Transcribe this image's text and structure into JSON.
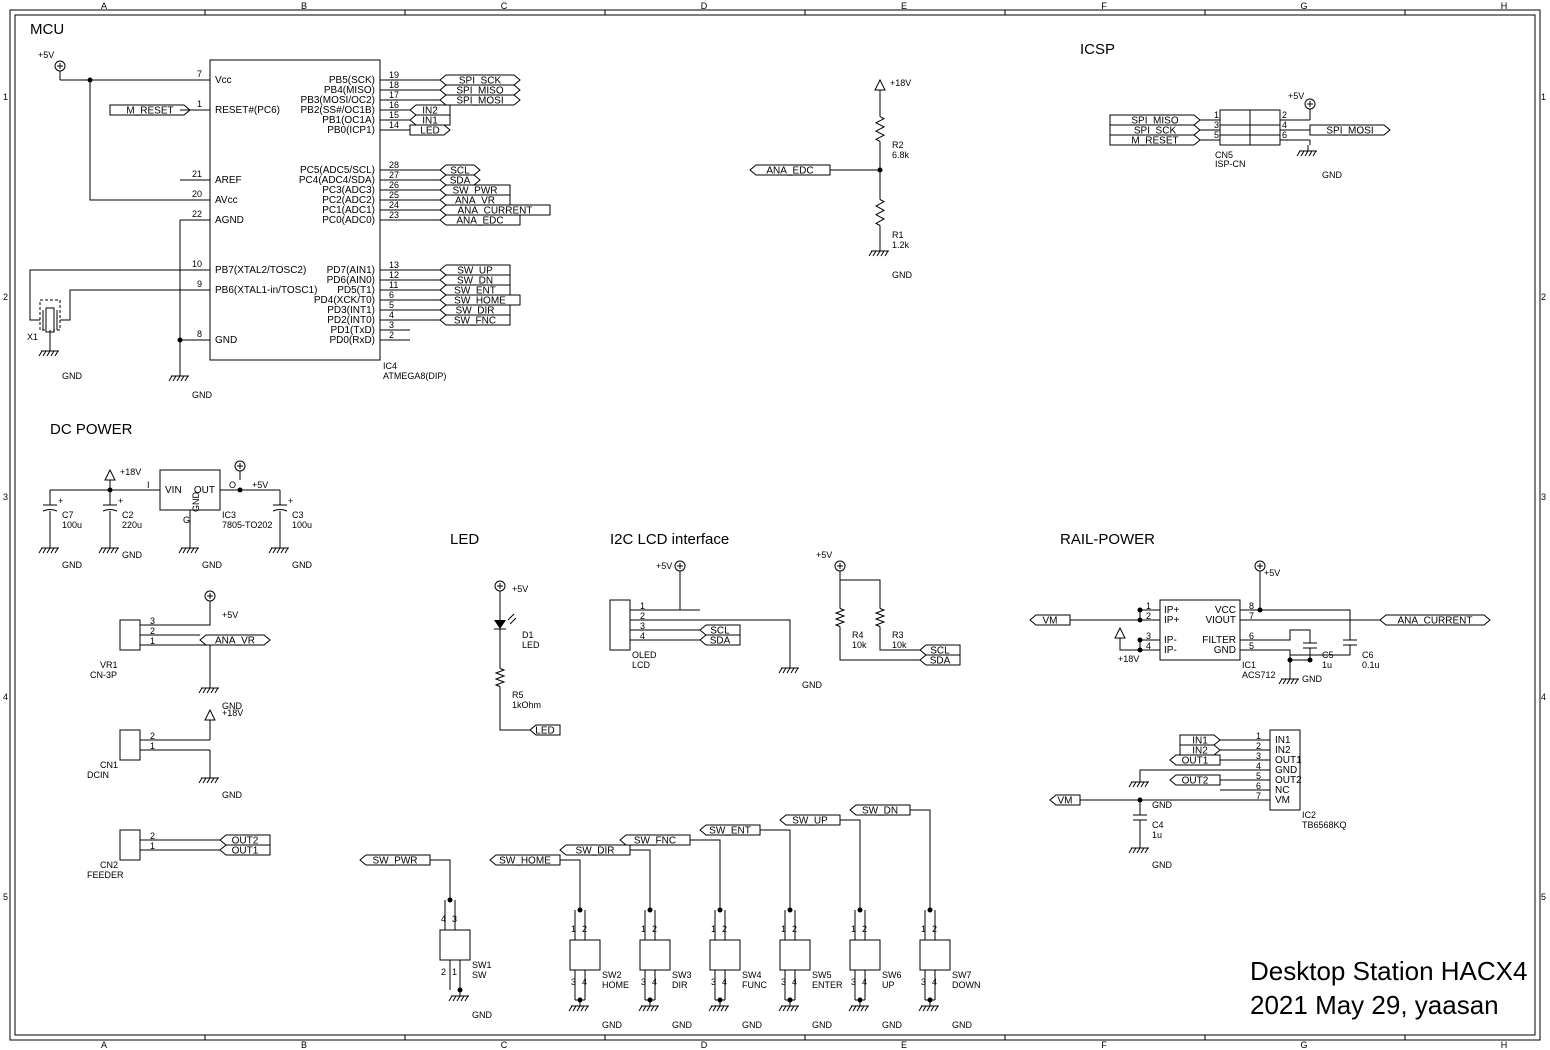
{
  "border": {
    "cols": [
      "A",
      "B",
      "C",
      "D",
      "E",
      "F",
      "G",
      "H"
    ],
    "rows": [
      "1",
      "2",
      "3",
      "4",
      "5"
    ]
  },
  "titleblock": {
    "line1": "Desktop Station HACX4",
    "line2": "2021 May 29, yaasan"
  },
  "sections": {
    "mcu": "MCU",
    "icsp": "ICSP",
    "dc_power": "DC POWER",
    "led": "LED",
    "i2c_lcd": "I2C LCD interface",
    "rail_power": "RAIL-POWER"
  },
  "nets": {
    "p5v": "+5V",
    "p18v": "+18V",
    "gnd": "GND",
    "m_reset": "M_RESET",
    "spi_sck": "SPI_SCK",
    "spi_miso": "SPI_MISO",
    "spi_mosi": "SPI_MOSI",
    "in1": "IN1",
    "in2": "IN2",
    "led": "LED",
    "scl": "SCL",
    "sda": "SDA",
    "sw_pwr": "SW_PWR",
    "ana_vr": "ANA_VR",
    "ana_current": "ANA_CURRENT",
    "ana_edc": "ANA_EDC",
    "sw_up": "SW_UP",
    "sw_dn": "SW_DN",
    "sw_ent": "SW_ENT",
    "sw_home": "SW_HOME",
    "sw_dir": "SW_DIR",
    "sw_fnc": "SW_FNC",
    "out1": "OUT1",
    "out2": "OUT2",
    "vm": "VM"
  },
  "ic4": {
    "ref": "IC4",
    "value": "ATMEGA8(DIP)",
    "left_pins": [
      {
        "num": "7",
        "name": "Vcc"
      },
      {
        "num": "1",
        "name": "RESET#(PC6)"
      },
      {
        "num": "21",
        "name": "AREF"
      },
      {
        "num": "20",
        "name": "AVcc"
      },
      {
        "num": "22",
        "name": "AGND"
      },
      {
        "num": "10",
        "name": "PB7(XTAL2/TOSC2)"
      },
      {
        "num": "9",
        "name": "PB6(XTAL1-in/TOSC1)"
      },
      {
        "num": "8",
        "name": "GND"
      }
    ],
    "right_pins": [
      {
        "num": "19",
        "name": "PB5(SCK)"
      },
      {
        "num": "18",
        "name": "PB4(MISO)"
      },
      {
        "num": "17",
        "name": "PB3(MOSI/OC2)"
      },
      {
        "num": "16",
        "name": "PB2(SS#/OC1B)"
      },
      {
        "num": "15",
        "name": "PB1(OC1A)"
      },
      {
        "num": "14",
        "name": "PB0(ICP1)"
      },
      {
        "num": "28",
        "name": "PC5(ADC5/SCL)"
      },
      {
        "num": "27",
        "name": "PC4(ADC4/SDA)"
      },
      {
        "num": "26",
        "name": "PC3(ADC3)"
      },
      {
        "num": "25",
        "name": "PC2(ADC2)"
      },
      {
        "num": "24",
        "name": "PC1(ADC1)"
      },
      {
        "num": "23",
        "name": "PC0(ADC0)"
      },
      {
        "num": "13",
        "name": "PD7(AIN1)"
      },
      {
        "num": "12",
        "name": "PD6(AIN0)"
      },
      {
        "num": "11",
        "name": "PD5(T1)"
      },
      {
        "num": "6",
        "name": "PD4(XCK/T0)"
      },
      {
        "num": "5",
        "name": "PD3(INT1)"
      },
      {
        "num": "4",
        "name": "PD2(INT0)"
      },
      {
        "num": "3",
        "name": "PD1(TxD)"
      },
      {
        "num": "2",
        "name": "PD0(RxD)"
      }
    ]
  },
  "x1": {
    "ref": "X1"
  },
  "cn5": {
    "ref": "CN5",
    "value": "ISP-CN",
    "pins_l": [
      "1",
      "3",
      "5"
    ],
    "pins_r": [
      "2",
      "4",
      "6"
    ]
  },
  "r2": {
    "ref": "R2",
    "value": "6.8k"
  },
  "r1": {
    "ref": "R1",
    "value": "1.2k"
  },
  "ic3": {
    "ref": "IC3",
    "value": "7805-TO202",
    "vin": "VIN",
    "out": "OUT",
    "gnd": "GND",
    "i": "I",
    "o": "O",
    "g": "G"
  },
  "c7": {
    "ref": "C7",
    "value": "100u"
  },
  "c2": {
    "ref": "C2",
    "value": "220u"
  },
  "c3": {
    "ref": "C3",
    "value": "100u"
  },
  "vr1": {
    "ref": "VR1",
    "value": "CN-3P",
    "pins": [
      "3",
      "2",
      "1"
    ]
  },
  "cn1": {
    "ref": "CN1",
    "value": "DCIN",
    "pins": [
      "2",
      "1"
    ]
  },
  "cn2": {
    "ref": "CN2",
    "value": "FEEDER",
    "pins": [
      "2",
      "1"
    ]
  },
  "d1": {
    "ref": "D1",
    "value": "LED"
  },
  "r5": {
    "ref": "R5",
    "value": "1kOhm"
  },
  "lcd": {
    "ref": "OLED",
    "value": "LCD",
    "pins": [
      "1",
      "2",
      "3",
      "4"
    ]
  },
  "r4": {
    "ref": "R4",
    "value": "10k"
  },
  "r3": {
    "ref": "R3",
    "value": "10k"
  },
  "ic1": {
    "ref": "IC1",
    "value": "ACS712",
    "left_pins": [
      {
        "num": "1",
        "name": "IP+"
      },
      {
        "num": "2",
        "name": "IP+"
      },
      {
        "num": "3",
        "name": "IP-"
      },
      {
        "num": "4",
        "name": "IP-"
      }
    ],
    "right_pins": [
      {
        "num": "8",
        "name": "VCC"
      },
      {
        "num": "7",
        "name": "VIOUT"
      },
      {
        "num": "6",
        "name": "FILTER"
      },
      {
        "num": "5",
        "name": "GND"
      }
    ]
  },
  "c5": {
    "ref": "C5",
    "value": "1u"
  },
  "c6": {
    "ref": "C6",
    "value": "0.1u"
  },
  "c4": {
    "ref": "C4",
    "value": "1u"
  },
  "ic2": {
    "ref": "IC2",
    "value": "TB6568KQ",
    "pins": [
      {
        "num": "1",
        "name": "IN1"
      },
      {
        "num": "2",
        "name": "IN2"
      },
      {
        "num": "3",
        "name": "OUT1"
      },
      {
        "num": "4",
        "name": "GND"
      },
      {
        "num": "5",
        "name": "OUT2"
      },
      {
        "num": "6",
        "name": "NC"
      },
      {
        "num": "7",
        "name": "VM"
      }
    ]
  },
  "sw1": {
    "ref": "SW1",
    "value": "SW"
  },
  "switches": [
    {
      "ref": "SW2",
      "value": "HOME"
    },
    {
      "ref": "SW3",
      "value": "DIR"
    },
    {
      "ref": "SW4",
      "value": "FUNC"
    },
    {
      "ref": "SW5",
      "value": "ENTER"
    },
    {
      "ref": "SW6",
      "value": "UP"
    },
    {
      "ref": "SW7",
      "value": "DOWN"
    }
  ],
  "switch_pins": {
    "top": [
      "1",
      "2"
    ],
    "bottom": [
      "3",
      "4"
    ]
  },
  "sw1_pins": {
    "top": [
      "4",
      "3"
    ],
    "bottom": [
      "2",
      "1"
    ]
  }
}
